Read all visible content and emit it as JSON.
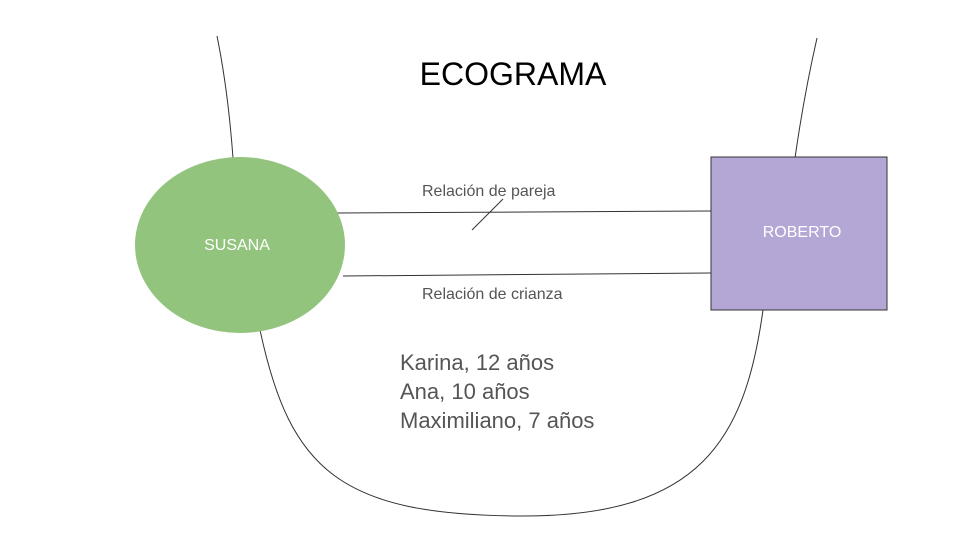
{
  "title": "ECOGRAMA",
  "nodes": {
    "susana": {
      "label": "SUSANA",
      "shape": "ellipse",
      "color": "#93c47d"
    },
    "roberto": {
      "label": "ROBERTO",
      "shape": "rectangle",
      "color": "#b4a7d6"
    }
  },
  "relations": {
    "pareja": "Relación de pareja",
    "crianza": "Relación de crianza"
  },
  "children": [
    "Karina, 12 años",
    "Ana, 10 años",
    "Maximiliano, 7 años"
  ],
  "colors": {
    "line": "#333333",
    "text_gray": "#555555"
  }
}
